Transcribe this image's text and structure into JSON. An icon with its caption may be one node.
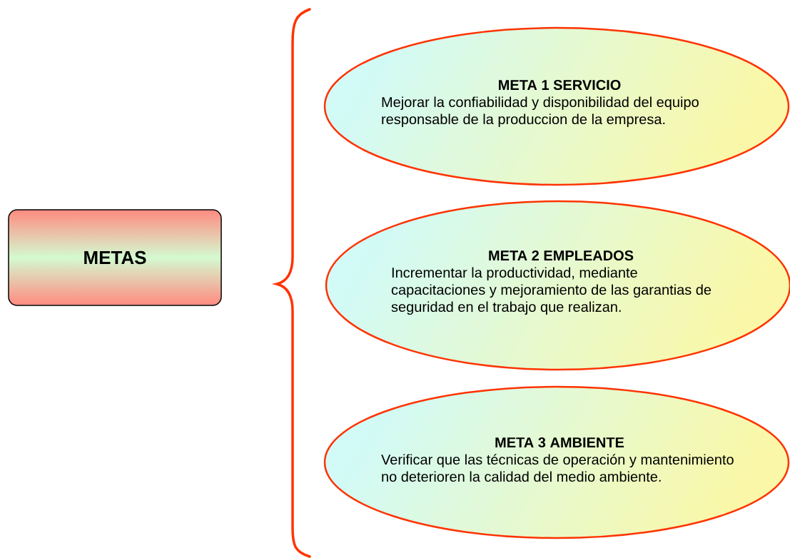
{
  "diagram": {
    "nodes": [
      {
        "text": [
          "METAS"
        ]
      },
      {
        "text": [
          "META 1 SERVICIO",
          "Mejorar la confiabilidad y disponibilidad del equipo responsable de la produccion de la empresa."
        ]
      },
      {
        "text": [
          "META 2 EMPLEADOS",
          "Incrementar la productividad, mediante capacitaciones y mejoramiento de las garantias de seguridad en el trabajo que realizan."
        ]
      },
      {
        "text": [
          "META 3 AMBIENTE",
          "Verificar que las técnicas de operación y mantenimiento no deterioren la calidad del medio ambiente."
        ]
      }
    ]
  }
}
